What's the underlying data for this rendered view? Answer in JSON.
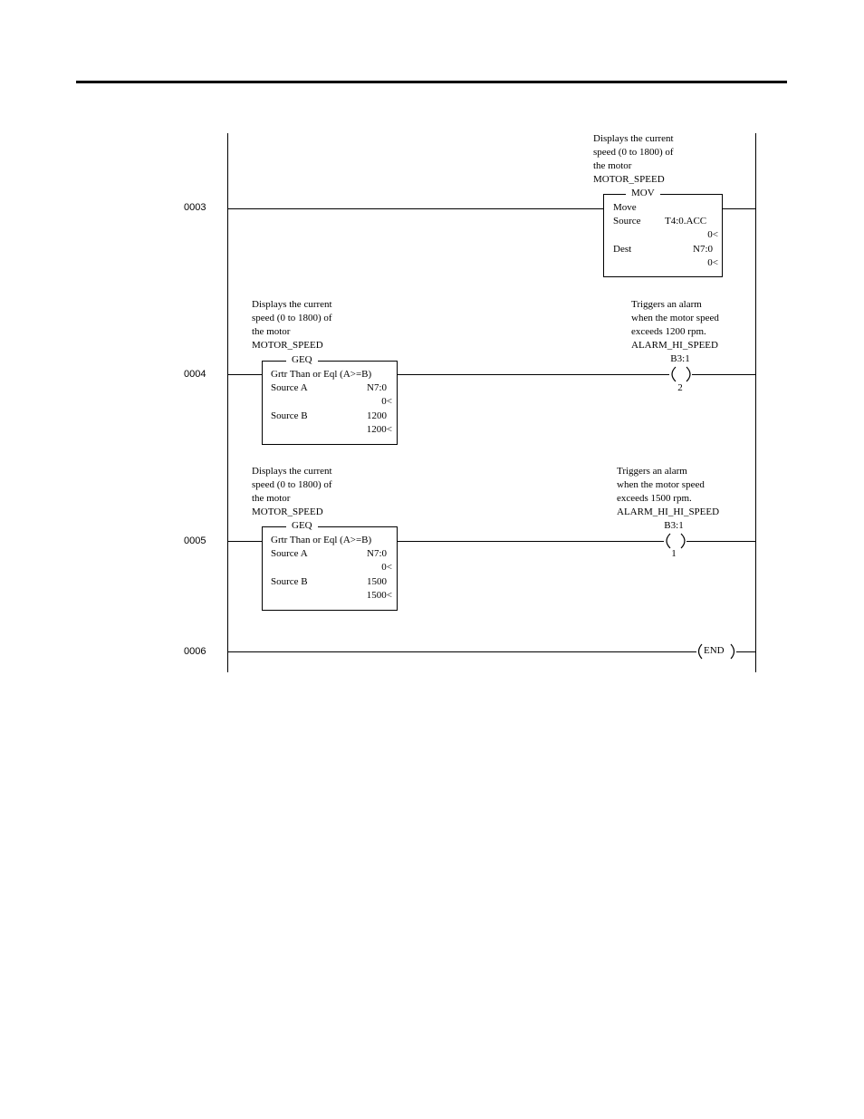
{
  "rung_numbers": [
    "0003",
    "0004",
    "0005",
    "0006"
  ],
  "rung3": {
    "comment": [
      "Displays the current",
      "speed (0 to 1800) of",
      "the motor",
      "MOTOR_SPEED"
    ],
    "instr": "MOV",
    "desc": "Move",
    "source_label": "Source",
    "source_value": "T4:0.ACC",
    "source_live": "0<",
    "dest_label": "Dest",
    "dest_value": "N7:0",
    "dest_live": "0<"
  },
  "rung4": {
    "comment": [
      "Displays the current",
      "speed (0 to 1800) of",
      "the motor",
      "MOTOR_SPEED"
    ],
    "instr": "GEQ",
    "desc": "Grtr Than or Eql (A>=B)",
    "a_label": "Source A",
    "a_value": "N7:0",
    "a_live": "0<",
    "b_label": "Source B",
    "b_value": "1200",
    "b_live": "1200<",
    "coil_comment": [
      "Triggers an alarm",
      "when the motor speed",
      "exceeds 1200 rpm.",
      "ALARM_HI_SPEED"
    ],
    "coil_addr": "B3:1",
    "coil_bit": "2"
  },
  "rung5": {
    "comment": [
      "Displays the current",
      "speed (0 to 1800) of",
      "the motor",
      "MOTOR_SPEED"
    ],
    "instr": "GEQ",
    "desc": "Grtr Than or Eql (A>=B)",
    "a_label": "Source A",
    "a_value": "N7:0",
    "a_live": "0<",
    "b_label": "Source B",
    "b_value": "1500",
    "b_live": "1500<",
    "coil_comment": [
      "Triggers an alarm",
      "when the motor speed",
      "exceeds 1500 rpm.",
      "ALARM_HI_HI_SPEED"
    ],
    "coil_addr": "B3:1",
    "coil_bit": "1"
  },
  "rung6": {
    "end_label": "END"
  }
}
